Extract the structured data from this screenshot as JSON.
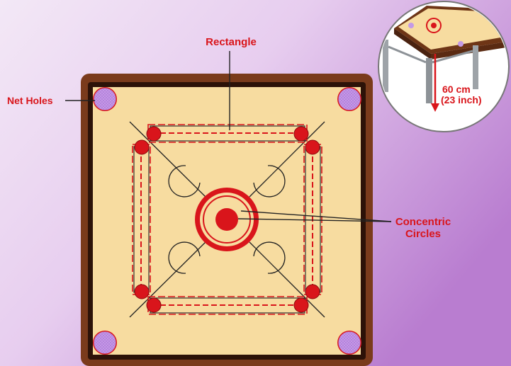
{
  "labels": {
    "rectangle": "Rectangle",
    "net_holes": "Net Holes",
    "concentric_line1": "Concentric",
    "concentric_line2": "Circles",
    "height_value": "60 cm",
    "height_imperial": "(23 inch)"
  },
  "colors": {
    "background_light": "#f1e3f5",
    "background_dark": "#c48fd6",
    "frame": "#7a3b1c",
    "frame_inner": "#3a1a0a",
    "board": "#f7dca0",
    "red": "#d9151b",
    "pocket": "#c49ae6",
    "label_red": "#d9151b"
  },
  "icons": {
    "board": "carrom-board-icon",
    "table": "carrom-table-icon"
  }
}
